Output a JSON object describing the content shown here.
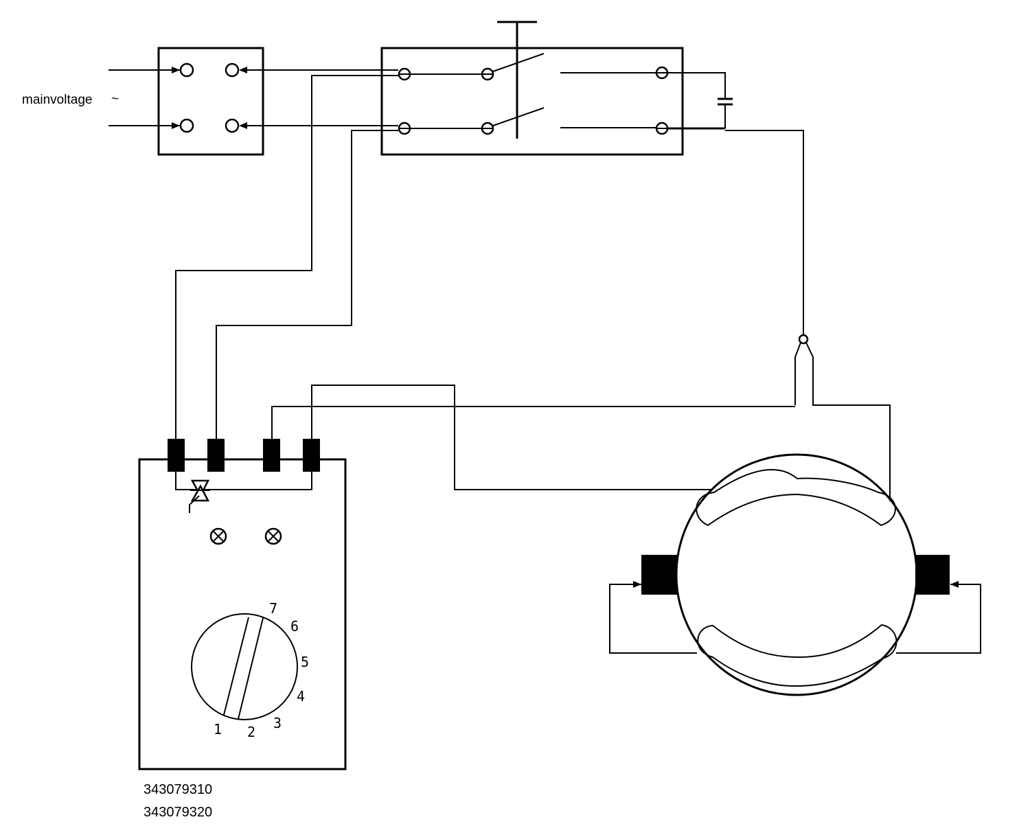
{
  "labels": {
    "mains": "mainvoltage",
    "ac_symbol": "~",
    "part_number_1": "343079310",
    "part_number_2": "343079320"
  },
  "dial": {
    "positions": [
      "1",
      "2",
      "3",
      "4",
      "5",
      "6",
      "7"
    ]
  },
  "colors": {
    "line": "#000000",
    "background": "#ffffff"
  }
}
